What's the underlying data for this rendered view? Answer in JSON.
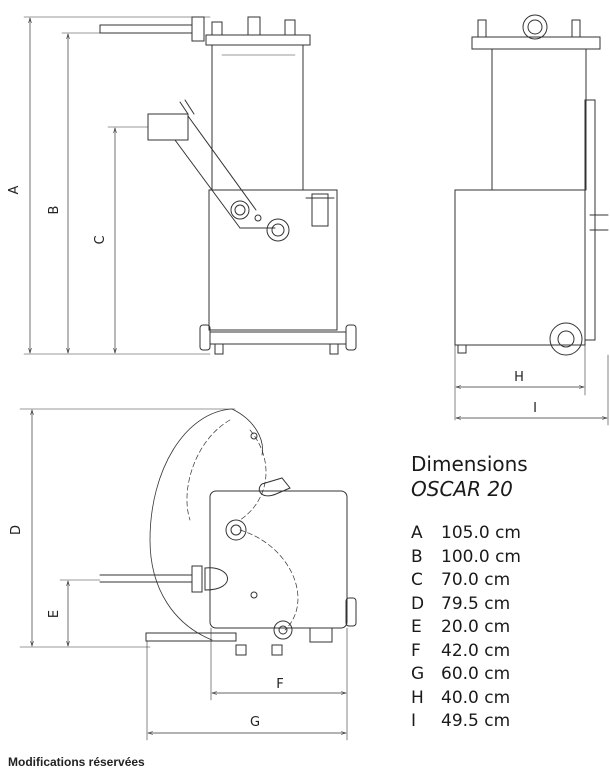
{
  "title": "Dimensions",
  "model": "OSCAR 20",
  "labels": {
    "A": "A",
    "B": "B",
    "C": "C",
    "D": "D",
    "E": "E",
    "F": "F",
    "G": "G",
    "H": "H",
    "I": "I"
  },
  "dimensions": [
    {
      "letter": "A",
      "value": "105.0 cm"
    },
    {
      "letter": "B",
      "value": "100.0 cm"
    },
    {
      "letter": "C",
      "value": "70.0 cm"
    },
    {
      "letter": "D",
      "value": "79.5 cm"
    },
    {
      "letter": "E",
      "value": "20.0 cm"
    },
    {
      "letter": "F",
      "value": "42.0 cm"
    },
    {
      "letter": "G",
      "value": "60.0 cm"
    },
    {
      "letter": "H",
      "value": "40.0 cm"
    },
    {
      "letter": "I",
      "value": "49.5 cm"
    }
  ],
  "footer": "Modifications réservées"
}
